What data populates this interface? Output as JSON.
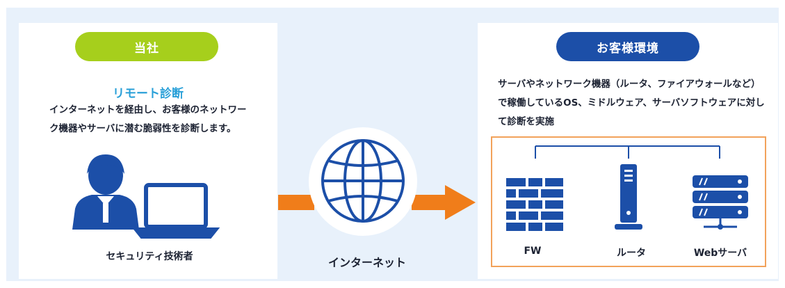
{
  "company": {
    "badge": "当社",
    "service_title": "リモート診断",
    "description": "インターネットを経由し、お客様のネットワーク機器やサーバに潜む脆弱性を診断します。",
    "person_label": "セキュリティ技術者"
  },
  "network": {
    "label": "インターネット"
  },
  "customer": {
    "badge": "お客様環境",
    "description": "サーバやネットワーク機器（ルータ、ファイアウォールなど）で稼働しているOS、ミドルウェア、サーバソフトウェアに対して診断を実施",
    "devices": [
      {
        "label": "FW",
        "icon": "firewall-icon"
      },
      {
        "label": "ルータ",
        "icon": "router-icon"
      },
      {
        "label": "Webサーバ",
        "icon": "server-icon"
      }
    ]
  },
  "colors": {
    "background": "#e8f1fb",
    "green_badge": "#a6cf1c",
    "blue_badge": "#1c4fa8",
    "accent_blue": "#2aa0d8",
    "icon_blue": "#1c4fa8",
    "arrow_orange": "#f07d1a",
    "box_border": "#f2a25a"
  }
}
